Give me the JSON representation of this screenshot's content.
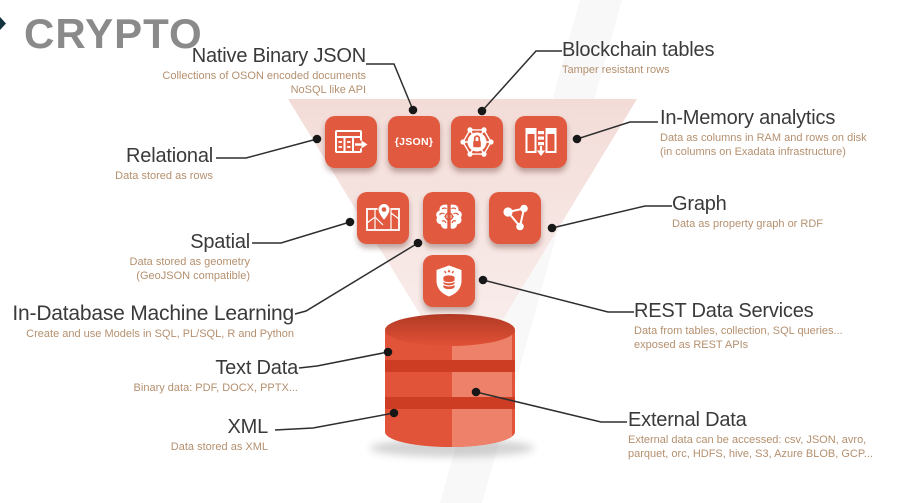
{
  "logo": "CRYPTO",
  "colors": {
    "accent": "#e15a3f",
    "funnel_pink": "#f3dcd8",
    "db_main": "#e2543a",
    "db_band": "#cc3d24",
    "db_highlight": "#ee8169",
    "title_text": "#3a3a3a",
    "subtitle_text": "#b5906f",
    "connector_line": "#2e2e2e",
    "logo_gray": "#8a8a8a"
  },
  "icons": {
    "json_label": "{JSON}",
    "names": [
      "relational-table-icon",
      "json-braces-icon",
      "blockchain-gear-lock-icon",
      "inmemory-columns-icon",
      "spatial-map-pin-icon",
      "machine-learning-brain-icon",
      "graph-nodes-icon",
      "rest-shield-database-icon",
      "database-cylinder"
    ]
  },
  "features": {
    "native_json": {
      "title": "Native Binary JSON",
      "subtitle": "Collections of OSON encoded documents\nNoSQL like API"
    },
    "blockchain": {
      "title": "Blockchain tables",
      "subtitle": "Tamper resistant rows"
    },
    "inmemory": {
      "title": "In-Memory analytics",
      "subtitle": "Data as columns in RAM and rows on disk\n(in columns on Exadata infrastructure)"
    },
    "relational": {
      "title": "Relational",
      "subtitle": "Data stored as rows"
    },
    "spatial": {
      "title": "Spatial",
      "subtitle": "Data stored as geometry\n(GeoJSON compatible)"
    },
    "graph": {
      "title": "Graph",
      "subtitle": "Data as property graph or RDF"
    },
    "ml": {
      "title": "In-Database Machine Learning",
      "subtitle": "Create and use Models in SQL, PL/SQL, R and Python"
    },
    "rest": {
      "title": "REST Data Services",
      "subtitle": "Data from tables, collection, SQL queries...\nexposed as REST APIs"
    },
    "text_data": {
      "title": "Text Data",
      "subtitle": "Binary data: PDF, DOCX, PPTX..."
    },
    "xml": {
      "title": "XML",
      "subtitle": "Data stored as XML"
    },
    "external": {
      "title": "External Data",
      "subtitle": "External data can be accessed: csv, JSON, avro,\nparquet, orc, HDFS, hive, S3, Azure BLOB, GCP..."
    }
  }
}
